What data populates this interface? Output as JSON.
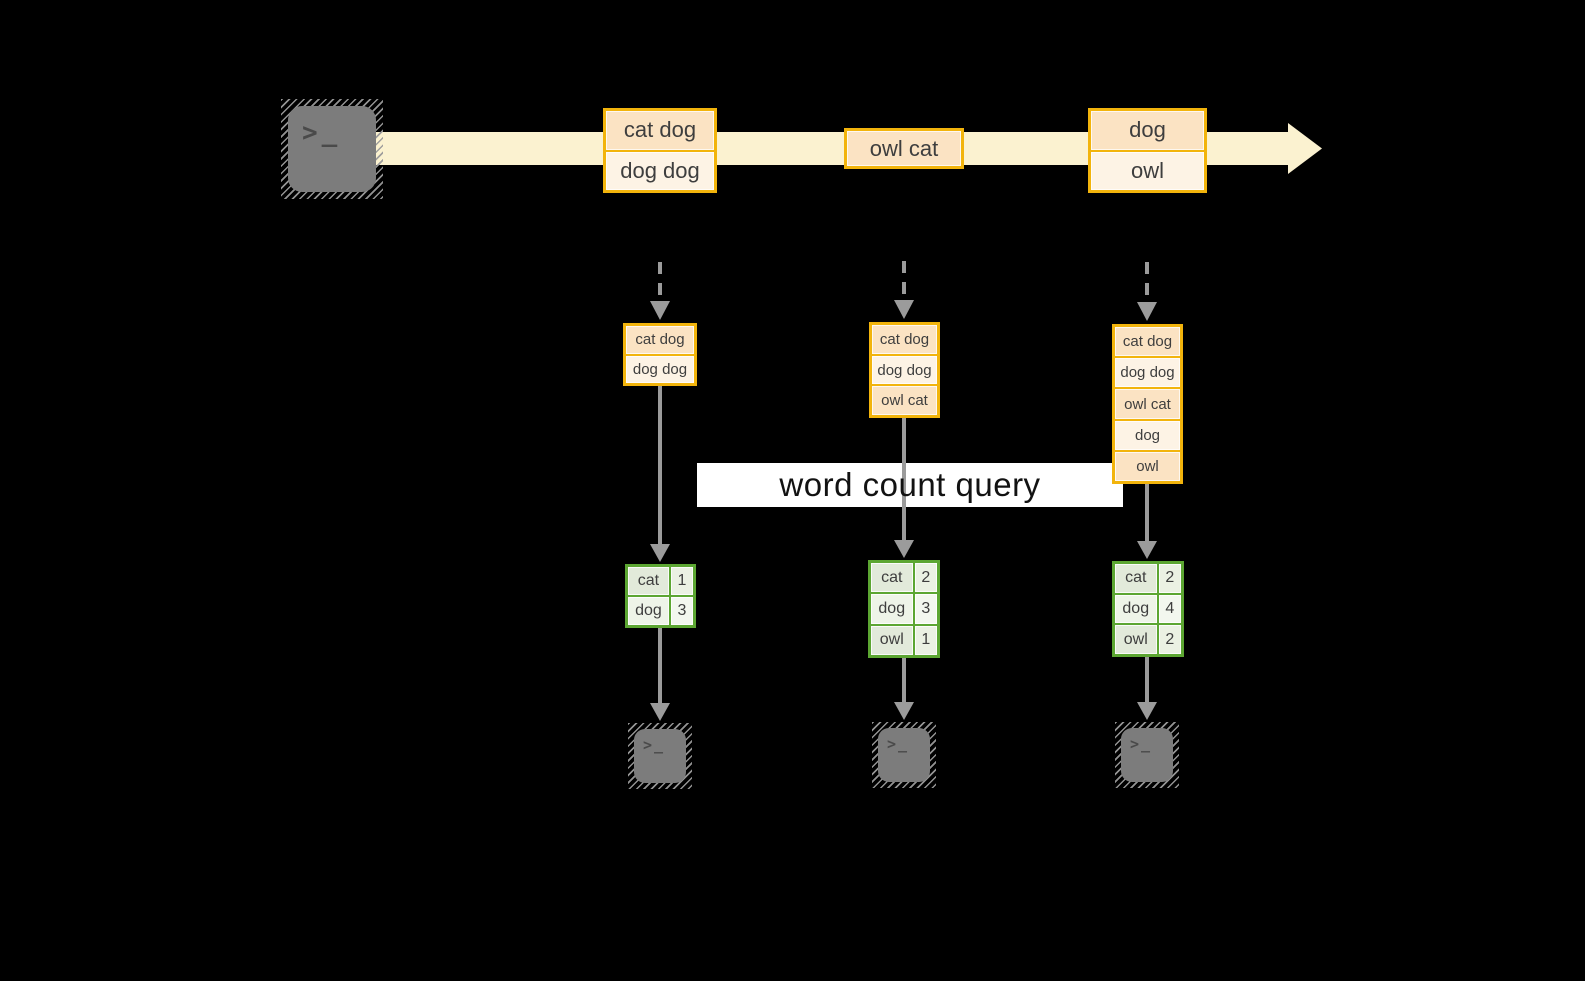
{
  "query": {
    "label": "word count query"
  },
  "icons": {
    "terminal_prompt_glyph": ">_"
  },
  "colors": {
    "background": "#000000",
    "stream_band": "#fbf2d0",
    "gold_border": "#f2b40c",
    "cell_dark": "#fbe3c3",
    "cell_light": "#fdf3e5",
    "green_border": "#5ca632",
    "green_cell_dark": "#e2eada",
    "green_cell_light": "#eef4e8",
    "green_num_dark": "#ebf1e3",
    "green_num_light": "#f3f7ef",
    "arrow_gray": "#9b9b9b",
    "terminal_gray": "#7c7c7c",
    "glyph_gray": "#4a4a4a",
    "text": "#3e3e3e",
    "query_bg": "#ffffff",
    "query_text": "#121212"
  },
  "stream": {
    "events": [
      {
        "lines": [
          "cat dog",
          "dog dog"
        ]
      },
      {
        "lines": [
          "owl cat"
        ]
      },
      {
        "lines": [
          "dog",
          "owl"
        ]
      }
    ]
  },
  "columns": [
    {
      "state": [
        "cat dog",
        "dog dog"
      ],
      "counts": [
        {
          "word": "cat",
          "count": 1
        },
        {
          "word": "dog",
          "count": 3
        }
      ]
    },
    {
      "state": [
        "cat dog",
        "dog dog",
        "owl cat"
      ],
      "counts": [
        {
          "word": "cat",
          "count": 2
        },
        {
          "word": "dog",
          "count": 3
        },
        {
          "word": "owl",
          "count": 1
        }
      ]
    },
    {
      "state": [
        "cat dog",
        "dog dog",
        "owl cat",
        "dog",
        "owl"
      ],
      "counts": [
        {
          "word": "cat",
          "count": 2
        },
        {
          "word": "dog",
          "count": 4
        },
        {
          "word": "owl",
          "count": 2
        }
      ]
    }
  ]
}
